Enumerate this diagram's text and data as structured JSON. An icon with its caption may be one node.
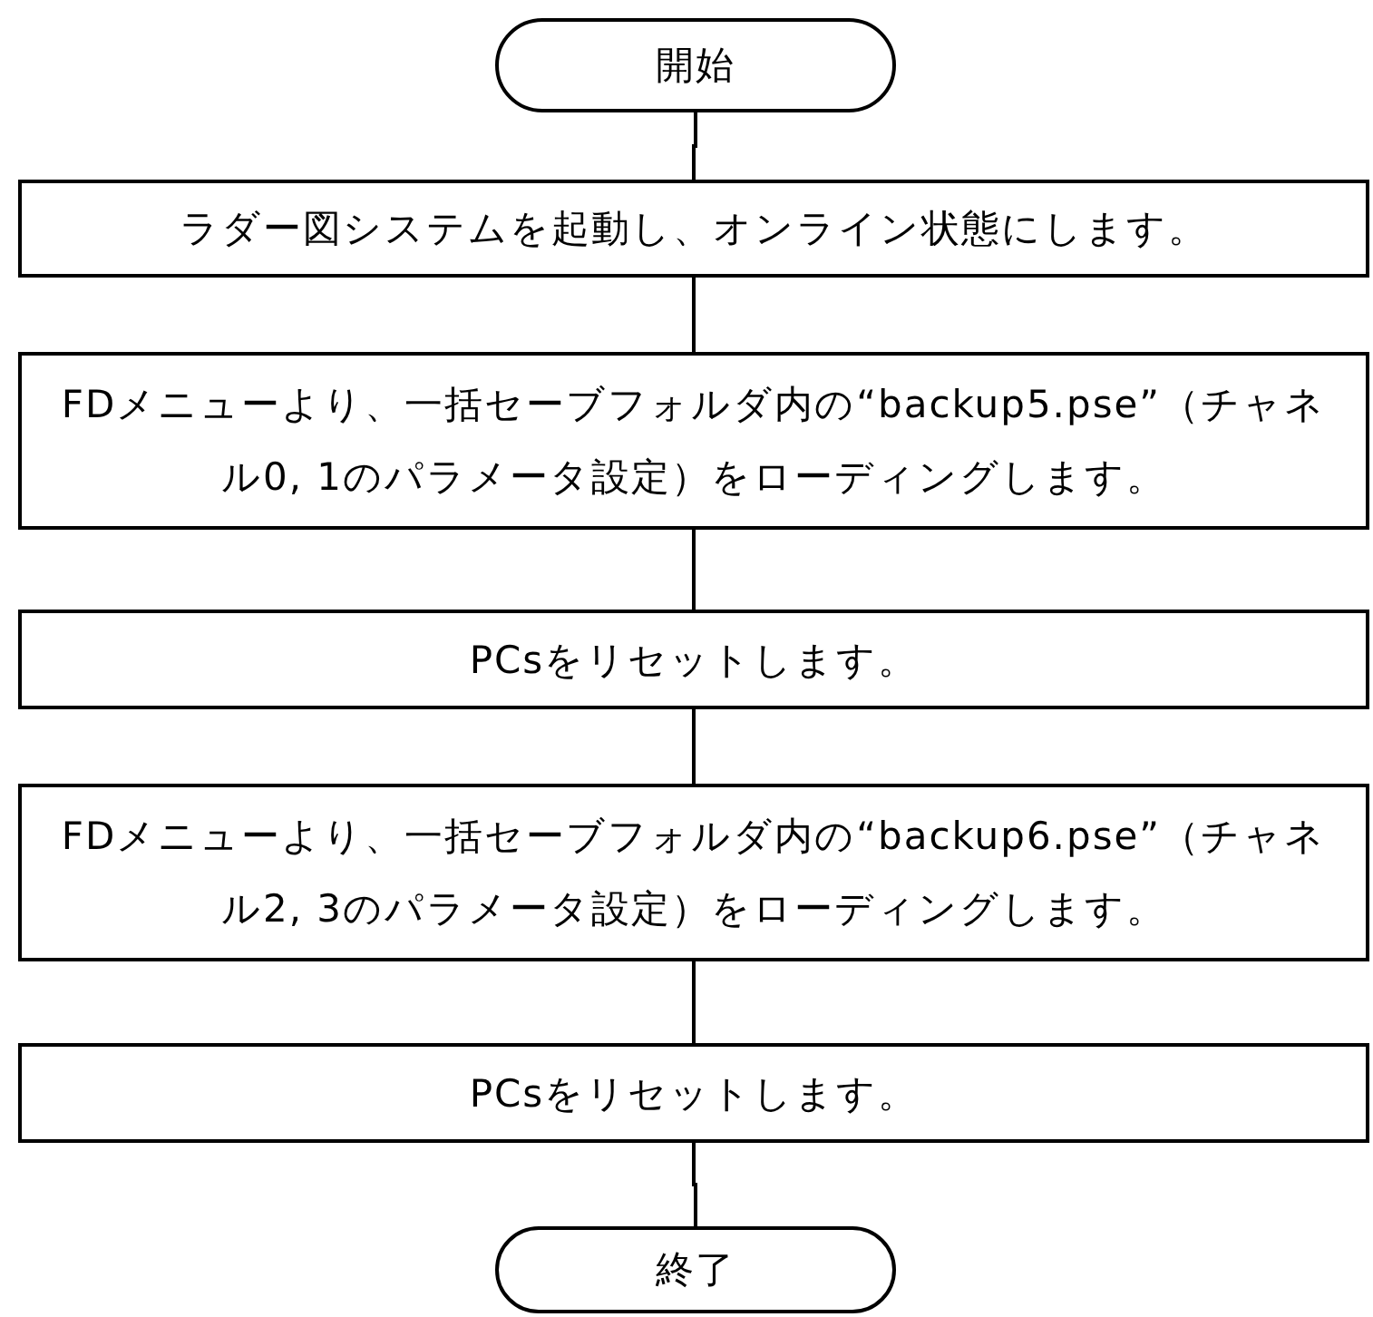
{
  "diagram": {
    "nodes": [
      {
        "text": [
          "開始"
        ]
      },
      {
        "text": [
          "ラダー図システムを起動し、オンライン状態にします。"
        ]
      },
      {
        "text": [
          "FDメニューより、一括セーブフォルダ内の“backup5.pse”（チャネル0, 1のパラメータ設定）をローディングします。"
        ]
      },
      {
        "text": [
          "PCsをリセットします。"
        ]
      },
      {
        "text": [
          "FDメニューより、一括セーブフォルダ内の“backup6.pse”（チャネル2, 3のパラメータ設定）をローディングします。"
        ]
      },
      {
        "text": [
          "PCsをリセットします。"
        ]
      },
      {
        "text": [
          "終了"
        ]
      }
    ],
    "edges": [
      {
        "from": 0,
        "to": 1,
        "arrow": "none"
      },
      {
        "from": 1,
        "to": 2,
        "arrow": "none"
      },
      {
        "from": 2,
        "to": 3,
        "arrow": "none"
      },
      {
        "from": 3,
        "to": 4,
        "arrow": "none"
      },
      {
        "from": 4,
        "to": 5,
        "arrow": "none"
      },
      {
        "from": 5,
        "to": 6,
        "arrow": "none"
      }
    ]
  }
}
